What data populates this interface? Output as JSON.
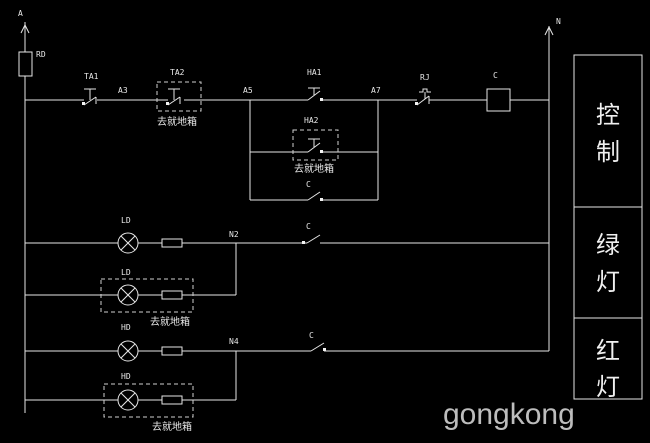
{
  "labels": {
    "phase": "A",
    "neutral": "N",
    "fuse": "RD",
    "ta1": "TA1",
    "ta2": "TA2",
    "a3": "A3",
    "a5": "A5",
    "a7": "A7",
    "ha1": "HA1",
    "ha2": "HA2",
    "rj": "RJ",
    "coil": "C",
    "c_hold": "C",
    "c_green": "C",
    "c_red": "C",
    "n2": "N2",
    "n4": "N4",
    "ld1": "LD",
    "ld2": "LD",
    "hd1": "HD",
    "hd2": "HD",
    "local1": "去就地箱",
    "local2": "去就地箱",
    "local3": "去就地箱",
    "local4": "去就地箱"
  },
  "legend": {
    "control_1": "控",
    "control_2": "制",
    "green_1": "绿",
    "green_2": "灯",
    "red_1": "红",
    "red_2": "灯"
  },
  "watermark": "gongkong",
  "colors": {
    "background": "#000000",
    "line": "#e6e6e6"
  }
}
